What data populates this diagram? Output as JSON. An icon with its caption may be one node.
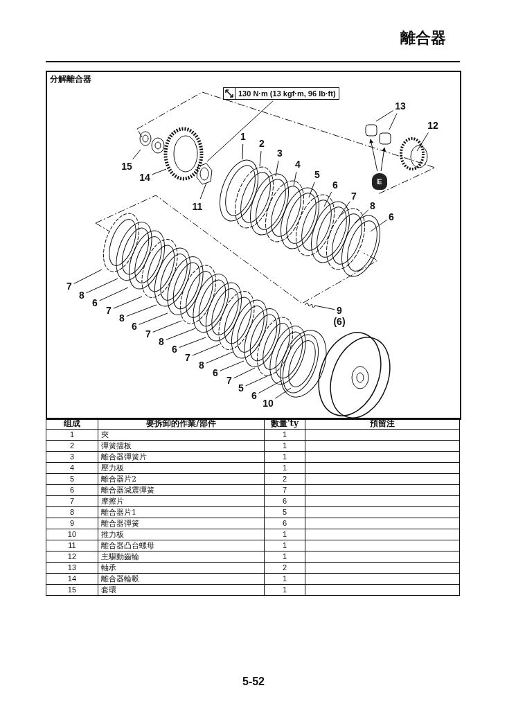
{
  "diagram": {
    "title": "離合器",
    "nodes": [
      {
        "text": [
          "130 N·m (13 kgf·m, 96 lb·ft)"
        ]
      },
      {
        "text": [
          "13"
        ]
      },
      {
        "text": [
          "12"
        ]
      },
      {
        "text": [
          "1"
        ]
      },
      {
        "text": [
          "2"
        ]
      },
      {
        "text": [
          "3"
        ]
      },
      {
        "text": [
          "4"
        ]
      },
      {
        "text": [
          "5"
        ]
      },
      {
        "text": [
          "6"
        ]
      },
      {
        "text": [
          "7"
        ]
      },
      {
        "text": [
          "8"
        ]
      },
      {
        "text": [
          "6"
        ]
      },
      {
        "text": [
          "E"
        ]
      },
      {
        "text": [
          "15"
        ]
      },
      {
        "text": [
          "14"
        ]
      },
      {
        "text": [
          "11"
        ]
      },
      {
        "text": [
          "7"
        ]
      },
      {
        "text": [
          "8"
        ]
      },
      {
        "text": [
          "6"
        ]
      },
      {
        "text": [
          "7"
        ]
      },
      {
        "text": [
          "8"
        ]
      },
      {
        "text": [
          "6"
        ]
      },
      {
        "text": [
          "7"
        ]
      },
      {
        "text": [
          "8"
        ]
      },
      {
        "text": [
          "6"
        ]
      },
      {
        "text": [
          "7"
        ]
      },
      {
        "text": [
          "8"
        ]
      },
      {
        "text": [
          "6"
        ]
      },
      {
        "text": [
          "7"
        ]
      },
      {
        "text": [
          "9"
        ],
        "beside": [
          "(6)"
        ]
      },
      {
        "text": [
          "5"
        ]
      },
      {
        "text": [
          "6"
        ]
      },
      {
        "text": [
          "10"
        ]
      }
    ],
    "edges": [
      {
        "from": 0,
        "to": null,
        "arrow": "none"
      },
      {
        "from": 1,
        "to": null,
        "arrow": "none"
      },
      {
        "from": 1,
        "to": null,
        "arrow": "none"
      },
      {
        "from": 2,
        "to": null,
        "arrow": "none"
      },
      {
        "from": 3,
        "to": null,
        "arrow": "none"
      },
      {
        "from": 4,
        "to": null,
        "arrow": "none"
      },
      {
        "from": 5,
        "to": null,
        "arrow": "none"
      },
      {
        "from": 6,
        "to": null,
        "arrow": "none"
      },
      {
        "from": 7,
        "to": null,
        "arrow": "none"
      },
      {
        "from": 8,
        "to": null,
        "arrow": "none"
      },
      {
        "from": 9,
        "to": null,
        "arrow": "none"
      },
      {
        "from": 10,
        "to": null,
        "arrow": "none"
      },
      {
        "from": 11,
        "to": null,
        "arrow": "none"
      },
      {
        "from": 12,
        "to": null,
        "arrow": "to"
      },
      {
        "from": 12,
        "to": null,
        "arrow": "to"
      },
      {
        "from": 13,
        "to": null,
        "arrow": "none"
      },
      {
        "from": 14,
        "to": null,
        "arrow": "none"
      },
      {
        "from": 15,
        "to": null,
        "arrow": "none"
      },
      {
        "from": 16,
        "to": null,
        "arrow": "none"
      },
      {
        "from": 17,
        "to": null,
        "arrow": "none"
      },
      {
        "from": 18,
        "to": null,
        "arrow": "none"
      },
      {
        "from": 19,
        "to": null,
        "arrow": "none"
      },
      {
        "from": 20,
        "to": null,
        "arrow": "none"
      },
      {
        "from": 21,
        "to": null,
        "arrow": "none"
      },
      {
        "from": 22,
        "to": null,
        "arrow": "none"
      },
      {
        "from": 23,
        "to": null,
        "arrow": "none"
      },
      {
        "from": 24,
        "to": null,
        "arrow": "none"
      },
      {
        "from": 25,
        "to": null,
        "arrow": "none"
      },
      {
        "from": 26,
        "to": null,
        "arrow": "none"
      },
      {
        "from": 27,
        "to": null,
        "arrow": "none"
      },
      {
        "from": 28,
        "to": null,
        "arrow": "none"
      },
      {
        "from": 29,
        "to": null,
        "arrow": "none"
      },
      {
        "from": 30,
        "to": null,
        "arrow": "none"
      },
      {
        "from": 31,
        "to": null,
        "arrow": "none"
      },
      {
        "from": 32,
        "to": null,
        "arrow": "none"
      }
    ],
    "labels": [
      "分解離合器",
      "组成",
      "要拆卸的作業/部件",
      "數量'ty",
      "預留注",
      "1",
      "夾",
      "1",
      "2",
      "彈簧擋板",
      "1",
      "3",
      "離合器彈簧片",
      "1",
      "4",
      "壓力板",
      "1",
      "5",
      "離合器片2",
      "2",
      "6",
      "離合器減震彈簧",
      "7",
      "7",
      "摩擦片",
      "6",
      "8",
      "離合器片1",
      "5",
      "9",
      "離合器彈簧",
      "6",
      "10",
      "推力板",
      "1",
      "11",
      "離合器凸台螺母",
      "1",
      "12",
      "主驅動齒輪",
      "1",
      "13",
      "軸承",
      "2",
      "14",
      "離合器輪轂",
      "1",
      "15",
      "套環",
      "1",
      "5-52"
    ]
  }
}
